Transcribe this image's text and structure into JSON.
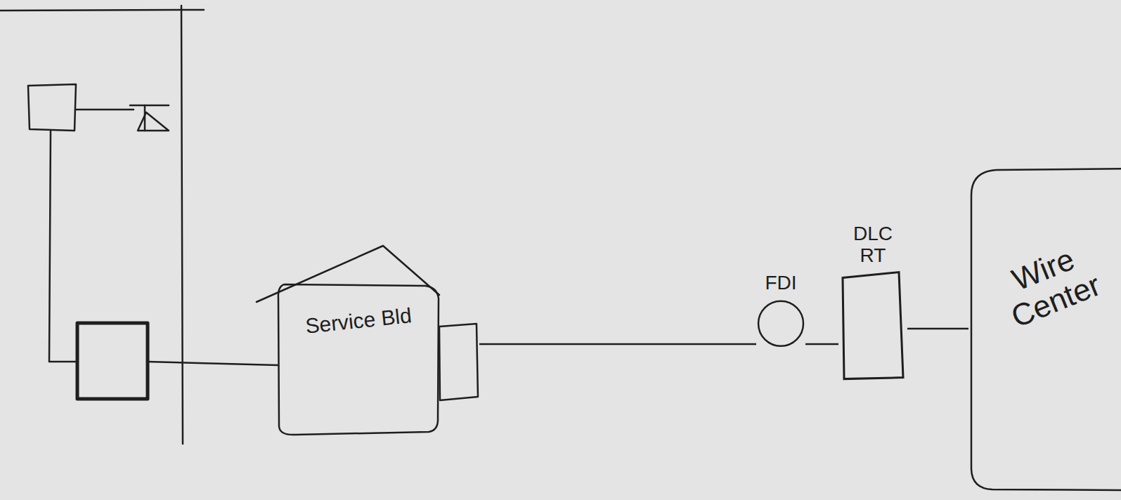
{
  "diagram": {
    "nodes": [
      {
        "text": [
          "Service Bld"
        ]
      },
      {
        "text": [
          "FDI"
        ]
      },
      {
        "text": [
          "DLC RT"
        ]
      },
      {
        "text": [
          "Wire Center"
        ]
      }
    ],
    "edges": [
      {
        "from": 0,
        "to": 1,
        "arrow": "none"
      },
      {
        "from": 1,
        "to": 2,
        "arrow": "none"
      },
      {
        "from": 2,
        "to": 3,
        "arrow": "none"
      }
    ]
  }
}
